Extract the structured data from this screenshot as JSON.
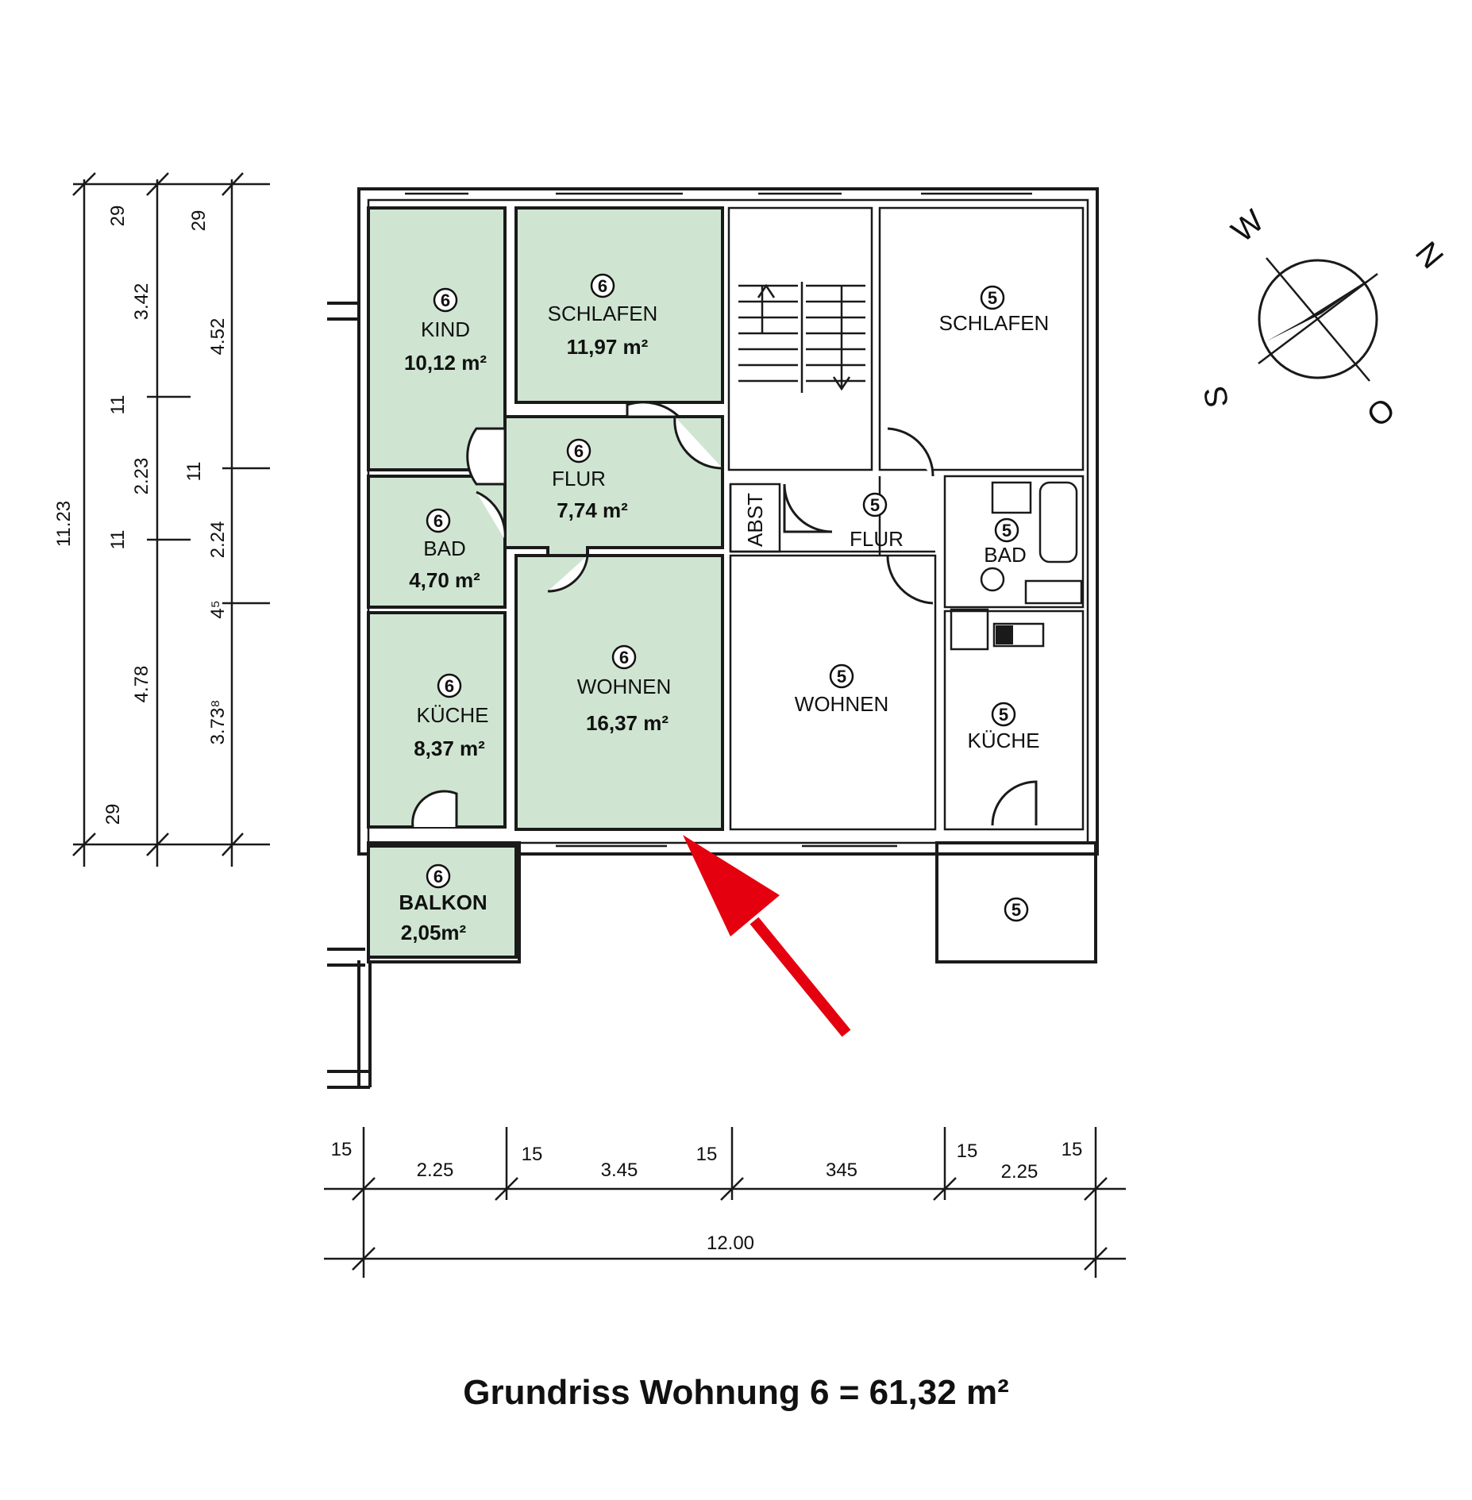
{
  "caption": "Grundriss Wohnung 6 = 61,32 m²",
  "apartment_6": {
    "unit": "6",
    "rooms": [
      {
        "name": "KIND",
        "area": "10,12 m²"
      },
      {
        "name": "SCHLAFEN",
        "area": "11,97 m²"
      },
      {
        "name": "FLUR",
        "area": "7,74 m²"
      },
      {
        "name": "BAD",
        "area": "4,70 m²"
      },
      {
        "name": "KÜCHE",
        "area": "8,37 m²"
      },
      {
        "name": "WOHNEN",
        "area": "16,37 m²"
      },
      {
        "name": "BALKON",
        "area": "2,05m²"
      }
    ]
  },
  "apartment_5": {
    "unit": "5",
    "rooms": [
      {
        "name": "SCHLAFEN"
      },
      {
        "name": "FLUR"
      },
      {
        "name": "BAD"
      },
      {
        "name": "WOHNEN"
      },
      {
        "name": "KÜCHE"
      },
      {
        "name": ""
      }
    ]
  },
  "other_labels": {
    "abst": "ABST"
  },
  "compass": {
    "w": "W",
    "n": "N",
    "s": "S",
    "o": "O"
  },
  "dimensions": {
    "left_outer": [
      "11.23"
    ],
    "left_middle": [
      "29",
      "3.42",
      "11",
      "2.23",
      "11",
      "4.78",
      "29"
    ],
    "left_inner": [
      "29",
      "4.52",
      "11",
      "2.24",
      "4⁵",
      "3.73⁸"
    ],
    "bottom_segments": [
      "15",
      "2.25",
      "15",
      "3.45",
      "15",
      "345",
      "15",
      "2.25",
      "15"
    ],
    "bottom_total": "12.00"
  },
  "colors": {
    "highlight": "#cfe5d2",
    "arrow": "#e4000f",
    "line": "#1a1a1a"
  }
}
